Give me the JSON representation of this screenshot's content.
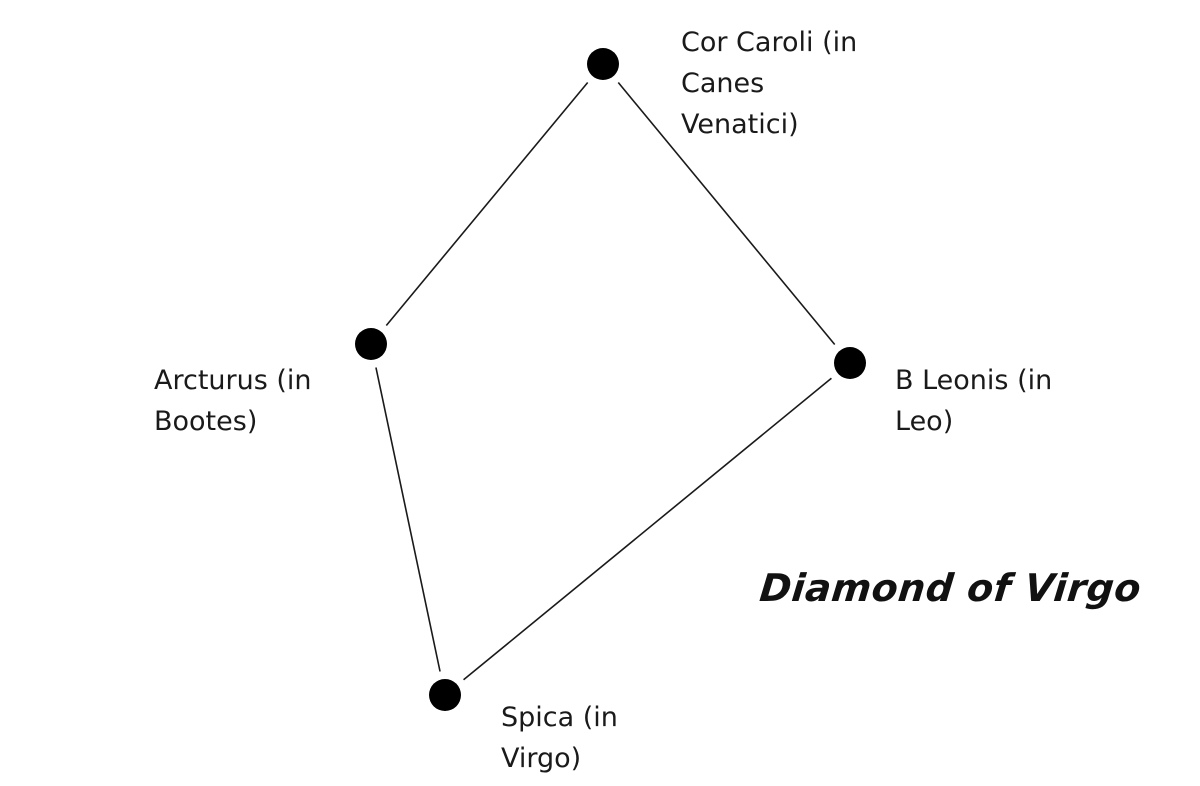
{
  "diagram": {
    "title": "Diamond of Virgo",
    "stars": [
      {
        "id": "cor-caroli",
        "label": "Cor Caroli (in\nCanes\nVenatici)"
      },
      {
        "id": "arcturus",
        "label": "Arcturus (in\nBootes)"
      },
      {
        "id": "b-leonis",
        "label": "B Leonis (in\nLeo)"
      },
      {
        "id": "spica",
        "label": "Spica (in\nVirgo)"
      }
    ],
    "connections": [
      {
        "from": "cor-caroli",
        "to": "arcturus"
      },
      {
        "from": "cor-caroli",
        "to": "b-leonis"
      },
      {
        "from": "arcturus",
        "to": "spica"
      },
      {
        "from": "b-leonis",
        "to": "spica"
      }
    ],
    "colors": {
      "star": "#000000",
      "line": "#1a1a1a",
      "background": "#ffffff"
    }
  }
}
